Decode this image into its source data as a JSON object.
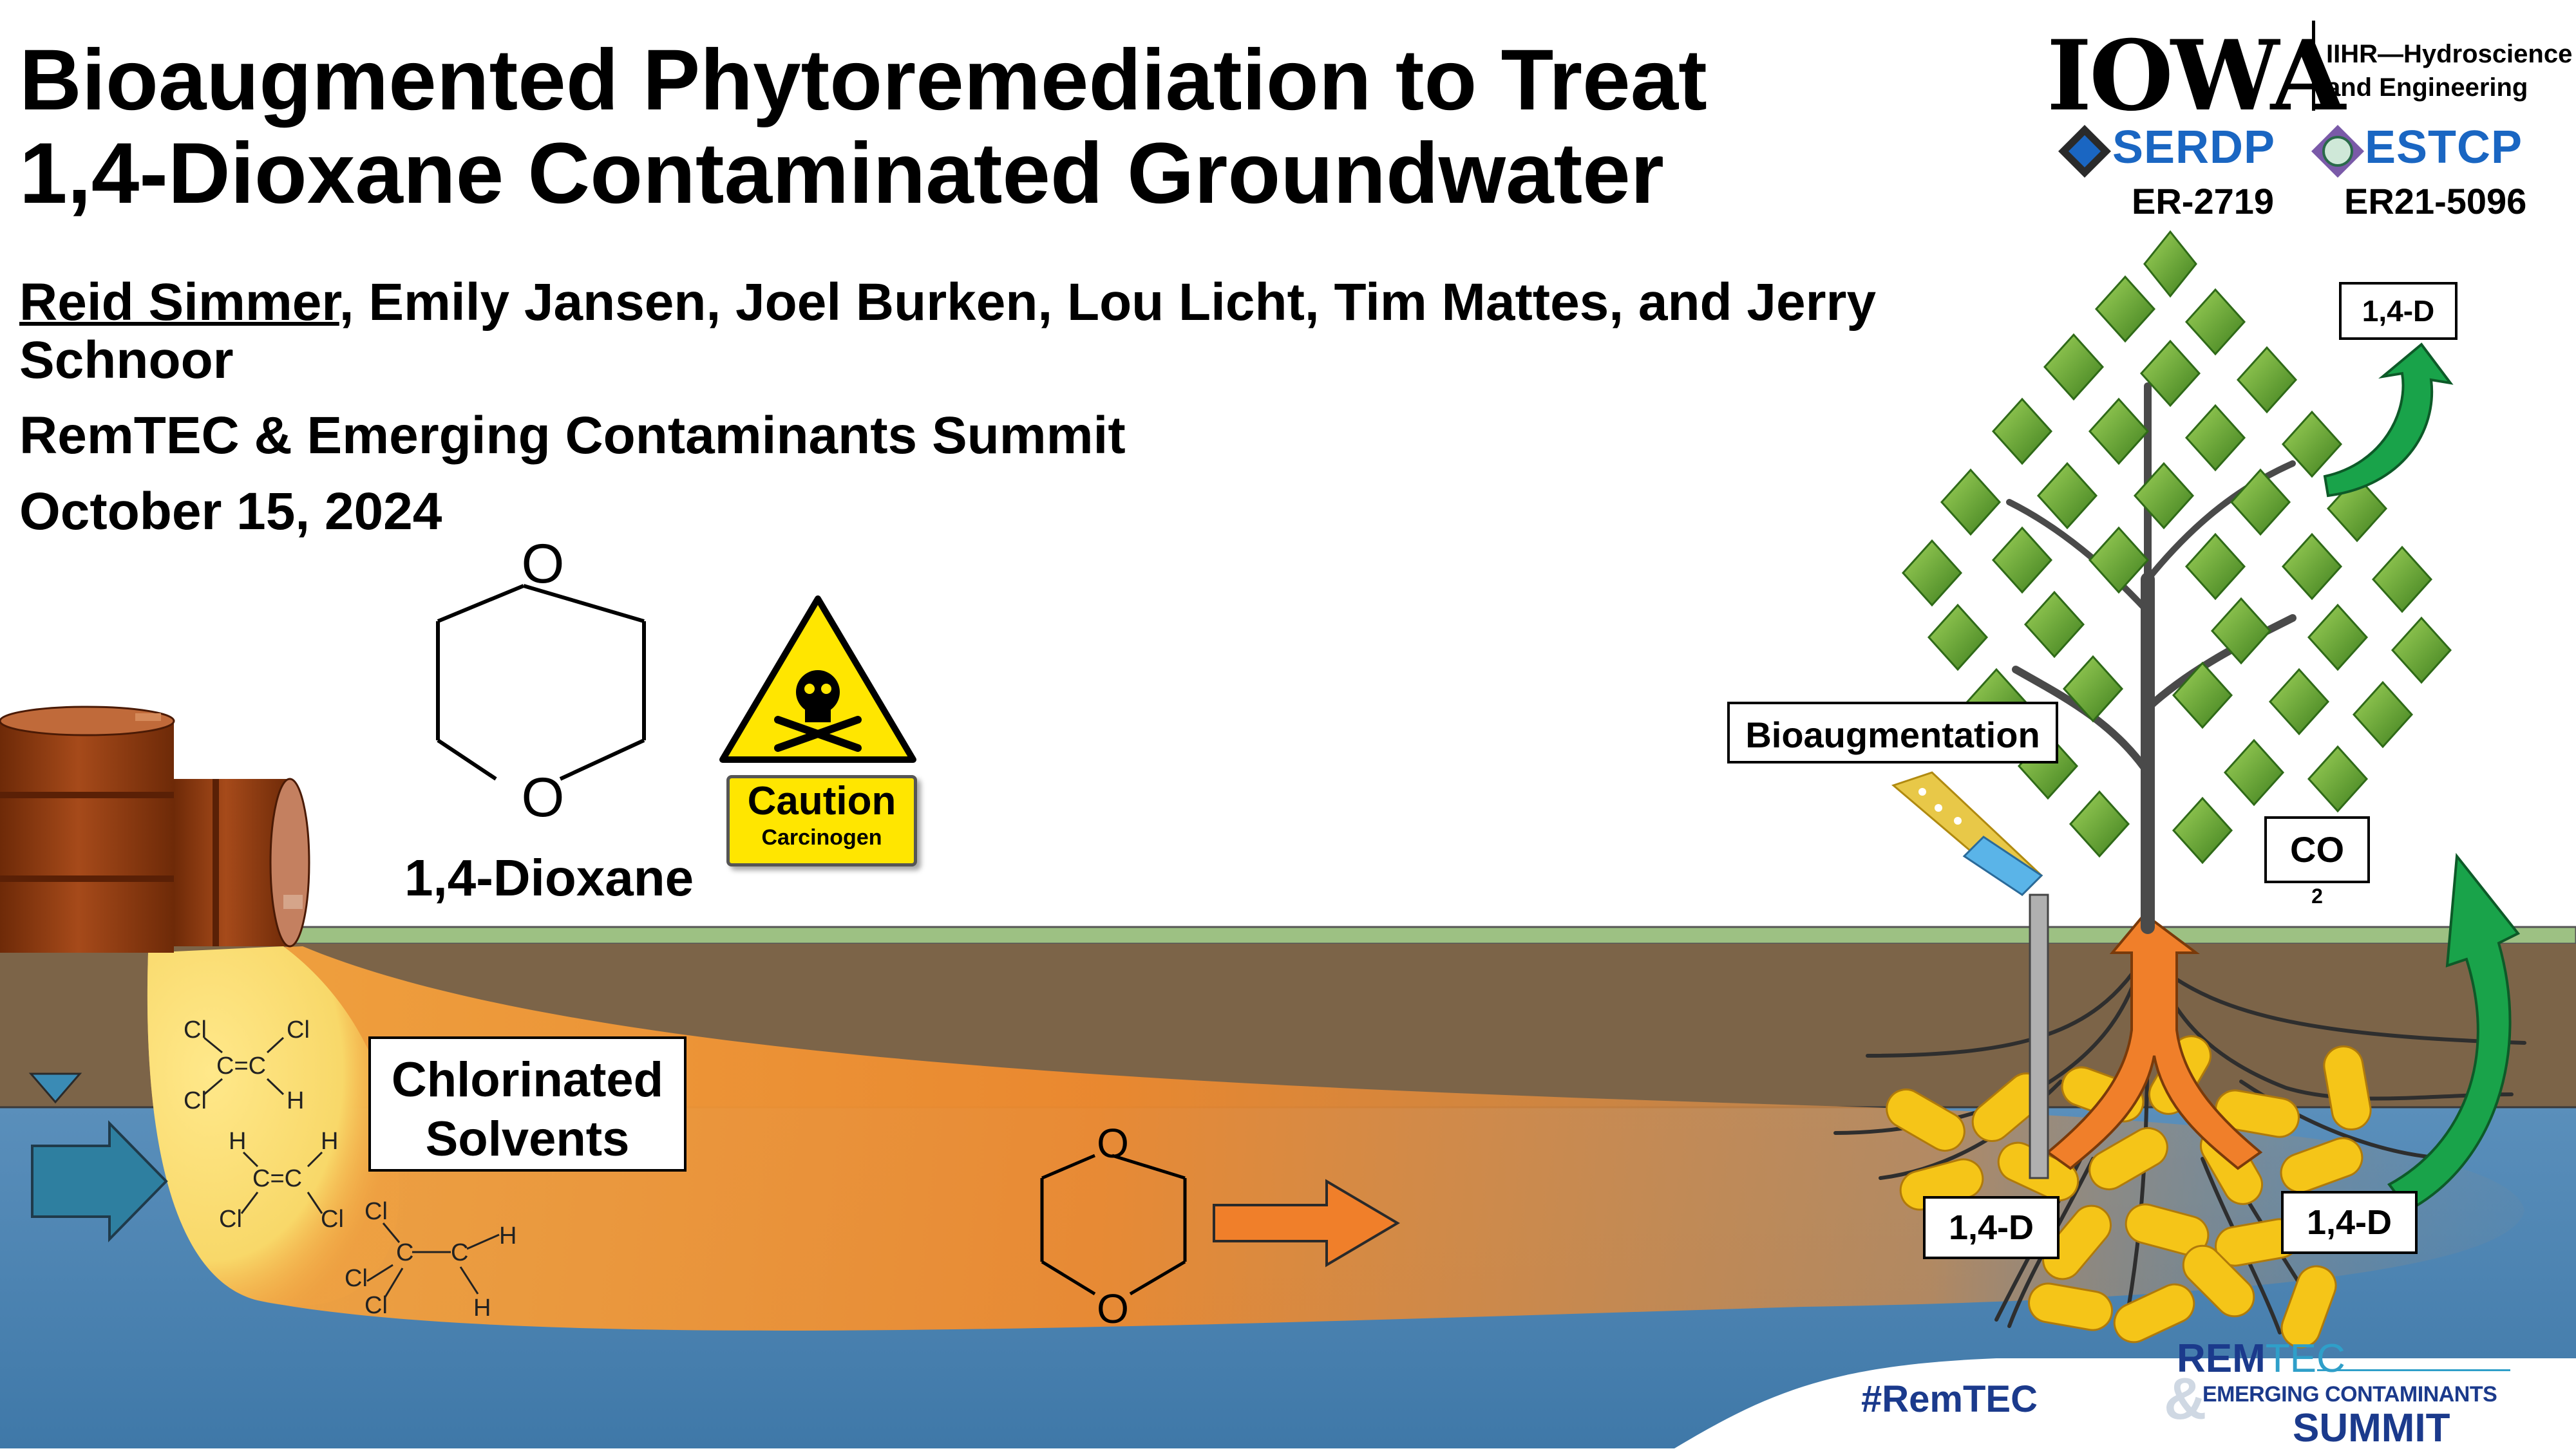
{
  "title": {
    "line1": "Bioaugmented Phytoremediation to Treat",
    "line2": "1,4-Dioxane Contaminated Groundwater"
  },
  "authors": {
    "presenter": "Reid Simmer",
    "others": ", Emily Jansen, Joel Burken, Lou Licht, Tim Mattes, and Jerry Schnoor"
  },
  "event": "RemTEC & Emerging Contaminants Summit",
  "date": "October 15, 2024",
  "logos": {
    "iowa": "IOWA",
    "iihr_line1": "IIHR—Hydroscience",
    "iihr_line2": "and Engineering",
    "serdp": "SERDP",
    "estcp": "ESTCP",
    "serdp_code": "ER-2719",
    "estcp_code": "ER21-5096",
    "remtec_rem": "REM",
    "remtec_tec": "TEC",
    "remtec_amp": "&",
    "remtec_emerging": "EMERGING CONTAMINANTS",
    "remtec_summit": "SUMMIT",
    "hashtag": "#RemTEC"
  },
  "diagram": {
    "molecule_label": "1,4-Dioxane",
    "dioxane_atom": "O",
    "caution": "Caution",
    "carcinogen": "Carcinogen",
    "chlorinated_solvents": "Chlorinated Solvents",
    "bioaugmentation": "Bioaugmentation",
    "dioxane_abbrev": "1,4-D",
    "co2": "CO",
    "co2_sub": "2",
    "atom_cl": "Cl",
    "atom_c": "C",
    "atom_h": "H",
    "double_bond": "C=C"
  },
  "colors": {
    "sky": "#ffffff",
    "grass": "#9dc183",
    "soil": "#7c6448",
    "water": "#4f86b3",
    "plume_orange": "#ef8a2e",
    "plume_yellow": "#f8d869",
    "barrel": "#8b3a10",
    "arrow_green": "#19a34a",
    "arrow_orange": "#f07f2a",
    "leaf": "#5a9a2a",
    "trunk": "#4a4a4a",
    "bacteria": "#f5c518",
    "remtec_blue": "#1b3a8c"
  }
}
